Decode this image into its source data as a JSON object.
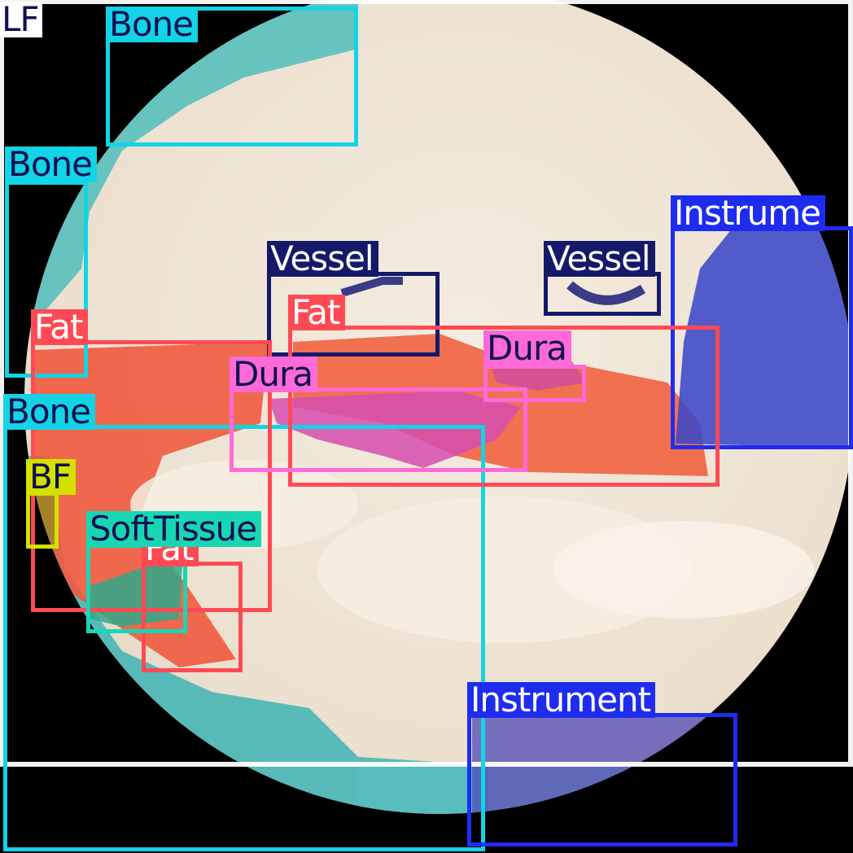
{
  "labels": {
    "lf": "LF",
    "bone_top": "Bone",
    "bone_left": "Bone",
    "bone_bottom": "Bone",
    "vessel_left": "Vessel",
    "vessel_right": "Vessel",
    "instrument_right": "Instrume",
    "instrument_bottom": "Instrument",
    "fat_left": "Fat",
    "fat_center": "Fat",
    "fat_small": "Fat",
    "dura_left": "Dura",
    "dura_right": "Dura",
    "bf": "BF",
    "soft_tissue": "SoftTissue"
  },
  "colors": {
    "bone": "#12d4e6",
    "vessel": "#15196a",
    "instrument": "#1e2cf0",
    "fat": "#ff4a55",
    "dura": "#ff6ad8",
    "bf": "#d4e000",
    "soft_tissue": "#18d6b4",
    "lf": "#ffffff"
  }
}
